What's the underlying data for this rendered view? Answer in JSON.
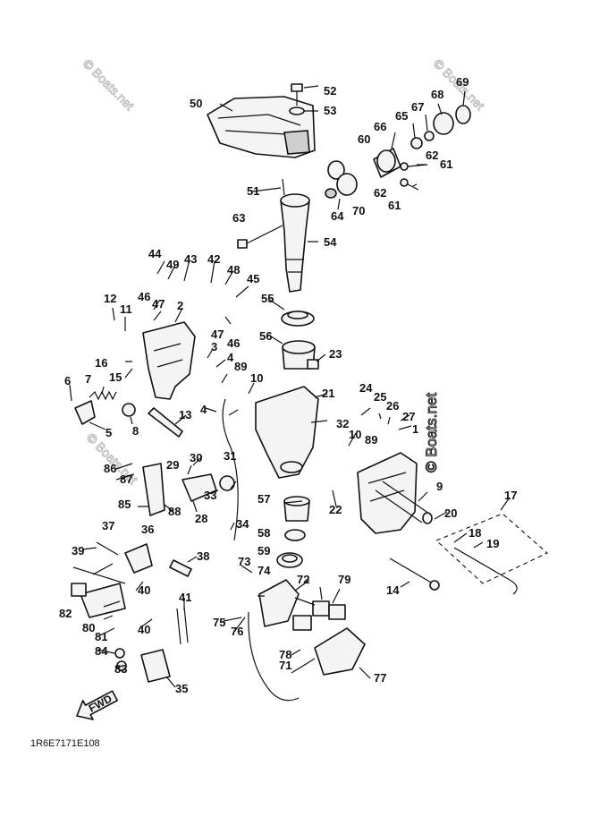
{
  "diagram": {
    "drawing_code": "1R6E7171E108",
    "fwd_label": "FWD",
    "watermark": "© Boats.net",
    "callouts": [
      {
        "id": "c1",
        "text": "1"
      },
      {
        "id": "c2",
        "text": "2"
      },
      {
        "id": "c3",
        "text": "3"
      },
      {
        "id": "c4a",
        "text": "4"
      },
      {
        "id": "c4b",
        "text": "4"
      },
      {
        "id": "c5",
        "text": "5"
      },
      {
        "id": "c6",
        "text": "6"
      },
      {
        "id": "c7",
        "text": "7"
      },
      {
        "id": "c8",
        "text": "8"
      },
      {
        "id": "c9",
        "text": "9"
      },
      {
        "id": "c10a",
        "text": "10"
      },
      {
        "id": "c10b",
        "text": "10"
      },
      {
        "id": "c11",
        "text": "11"
      },
      {
        "id": "c12",
        "text": "12"
      },
      {
        "id": "c13",
        "text": "13"
      },
      {
        "id": "c14",
        "text": "14"
      },
      {
        "id": "c15",
        "text": "15"
      },
      {
        "id": "c16",
        "text": "16"
      },
      {
        "id": "c17",
        "text": "17"
      },
      {
        "id": "c18",
        "text": "18"
      },
      {
        "id": "c19",
        "text": "19"
      },
      {
        "id": "c20",
        "text": "20"
      },
      {
        "id": "c21",
        "text": "21"
      },
      {
        "id": "c22",
        "text": "22"
      },
      {
        "id": "c23",
        "text": "23"
      },
      {
        "id": "c24",
        "text": "24"
      },
      {
        "id": "c25",
        "text": "25"
      },
      {
        "id": "c26",
        "text": "26"
      },
      {
        "id": "c27",
        "text": "27"
      },
      {
        "id": "c28",
        "text": "28"
      },
      {
        "id": "c29",
        "text": "29"
      },
      {
        "id": "c30",
        "text": "30"
      },
      {
        "id": "c31",
        "text": "31"
      },
      {
        "id": "c32",
        "text": "32"
      },
      {
        "id": "c33",
        "text": "33"
      },
      {
        "id": "c34",
        "text": "34"
      },
      {
        "id": "c35",
        "text": "35"
      },
      {
        "id": "c36",
        "text": "36"
      },
      {
        "id": "c37",
        "text": "37"
      },
      {
        "id": "c38",
        "text": "38"
      },
      {
        "id": "c39",
        "text": "39"
      },
      {
        "id": "c40a",
        "text": "40"
      },
      {
        "id": "c40b",
        "text": "40"
      },
      {
        "id": "c41",
        "text": "41"
      },
      {
        "id": "c42",
        "text": "42"
      },
      {
        "id": "c43",
        "text": "43"
      },
      {
        "id": "c44",
        "text": "44"
      },
      {
        "id": "c45",
        "text": "45"
      },
      {
        "id": "c46a",
        "text": "46"
      },
      {
        "id": "c46b",
        "text": "46"
      },
      {
        "id": "c47a",
        "text": "47"
      },
      {
        "id": "c47b",
        "text": "47"
      },
      {
        "id": "c48",
        "text": "48"
      },
      {
        "id": "c49",
        "text": "49"
      },
      {
        "id": "c50",
        "text": "50"
      },
      {
        "id": "c51",
        "text": "51"
      },
      {
        "id": "c52",
        "text": "52"
      },
      {
        "id": "c53",
        "text": "53"
      },
      {
        "id": "c54",
        "text": "54"
      },
      {
        "id": "c55",
        "text": "55"
      },
      {
        "id": "c56",
        "text": "56"
      },
      {
        "id": "c57",
        "text": "57"
      },
      {
        "id": "c58",
        "text": "58"
      },
      {
        "id": "c59",
        "text": "59"
      },
      {
        "id": "c60",
        "text": "60"
      },
      {
        "id": "c61a",
        "text": "61"
      },
      {
        "id": "c61b",
        "text": "61"
      },
      {
        "id": "c62a",
        "text": "62"
      },
      {
        "id": "c62b",
        "text": "62"
      },
      {
        "id": "c63",
        "text": "63"
      },
      {
        "id": "c64",
        "text": "64"
      },
      {
        "id": "c65",
        "text": "65"
      },
      {
        "id": "c66",
        "text": "66"
      },
      {
        "id": "c67",
        "text": "67"
      },
      {
        "id": "c68",
        "text": "68"
      },
      {
        "id": "c69",
        "text": "69"
      },
      {
        "id": "c70",
        "text": "70"
      },
      {
        "id": "c71",
        "text": "71"
      },
      {
        "id": "c72",
        "text": "72"
      },
      {
        "id": "c73",
        "text": "73"
      },
      {
        "id": "c74",
        "text": "74"
      },
      {
        "id": "c75",
        "text": "75"
      },
      {
        "id": "c76",
        "text": "76"
      },
      {
        "id": "c77",
        "text": "77"
      },
      {
        "id": "c78",
        "text": "78"
      },
      {
        "id": "c79",
        "text": "79"
      },
      {
        "id": "c80",
        "text": "80"
      },
      {
        "id": "c81",
        "text": "81"
      },
      {
        "id": "c82",
        "text": "82"
      },
      {
        "id": "c83",
        "text": "83"
      },
      {
        "id": "c84",
        "text": "84"
      },
      {
        "id": "c85",
        "text": "85"
      },
      {
        "id": "c86",
        "text": "86"
      },
      {
        "id": "c87",
        "text": "87"
      },
      {
        "id": "c88",
        "text": "88"
      },
      {
        "id": "c89a",
        "text": "89"
      },
      {
        "id": "c89b",
        "text": "89"
      }
    ]
  }
}
